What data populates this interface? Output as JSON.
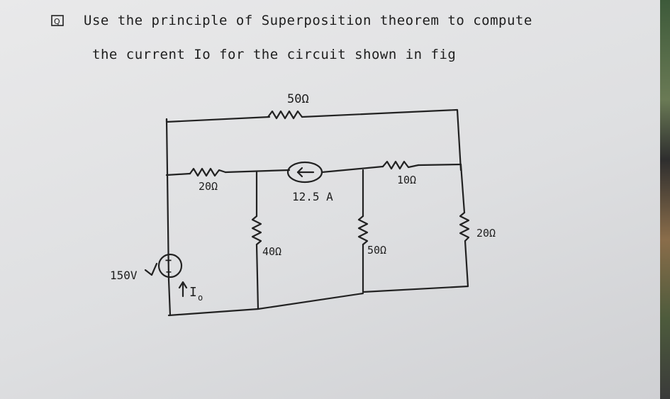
{
  "question": {
    "marker": "Q",
    "line1": "Use the  principle of  Superposition  theorem  to  compute",
    "line2": "the  current  Io  for  the  circuit  shown  in  fig"
  },
  "labels": {
    "r_top": "50Ω",
    "r_left_mid": "20Ω",
    "r_right_mid": "10Ω",
    "source_current": "12.5 A",
    "r_vertical_1": "40Ω",
    "r_vertical_2": "50Ω",
    "r_vertical_3": "20Ω",
    "voltage_source": "150V",
    "current_io": "I",
    "current_io_sub": "o",
    "plus": "+",
    "minus": "−",
    "arrow_left": "←"
  }
}
